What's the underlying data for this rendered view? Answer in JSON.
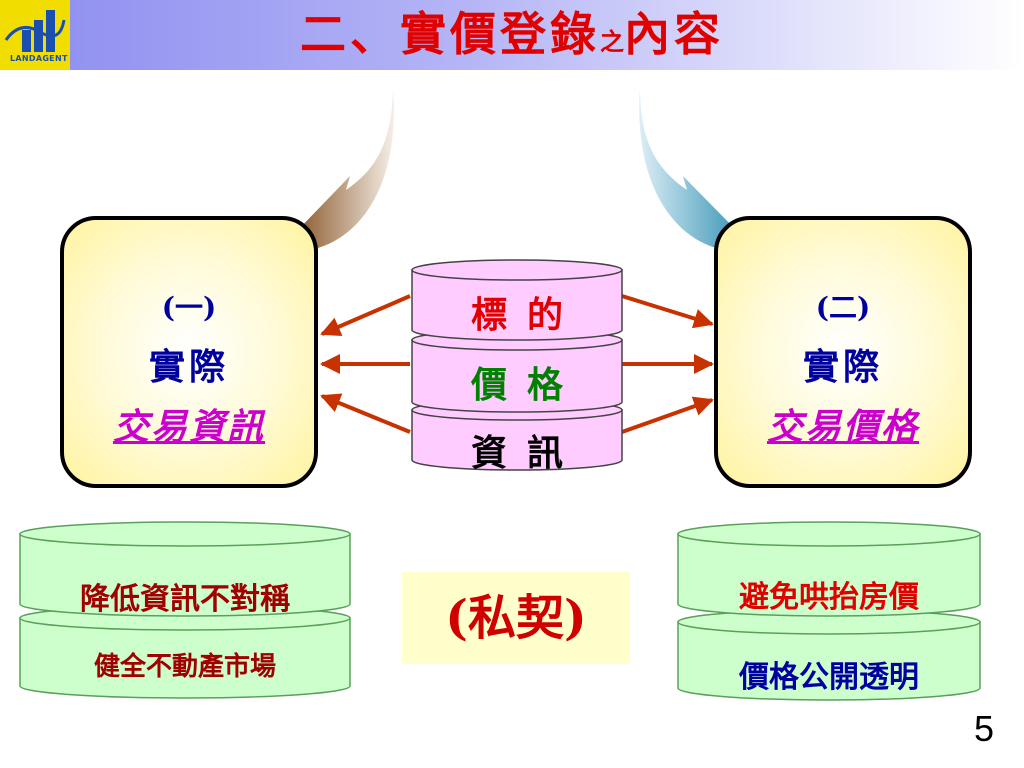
{
  "title": {
    "main": "二、實價登錄",
    "small": "之",
    "tail": "內容"
  },
  "logo": {
    "text": "LANDAGENT"
  },
  "left_box": {
    "number": "(一)",
    "line1": "實際",
    "line2": "交易資訊"
  },
  "right_box": {
    "number": "(二)",
    "line1": "實際",
    "line2": "交易價格"
  },
  "database": {
    "top": "標的",
    "middle": "價格",
    "bottom": "資訊"
  },
  "left_stack": {
    "top": "降低資訊不對稱",
    "bottom": "健全不動產市場"
  },
  "right_stack": {
    "top": "避免哄抬房價",
    "bottom": "價格公開透明"
  },
  "center_note": "(私契)",
  "page_number": "5",
  "colors": {
    "title": "#e00000",
    "box_text": "#0000a0",
    "box_emphasis": "#cc00cc",
    "db_fill": "#ffccff",
    "stack_fill": "#ccffcc",
    "arrow": "#c83200"
  }
}
